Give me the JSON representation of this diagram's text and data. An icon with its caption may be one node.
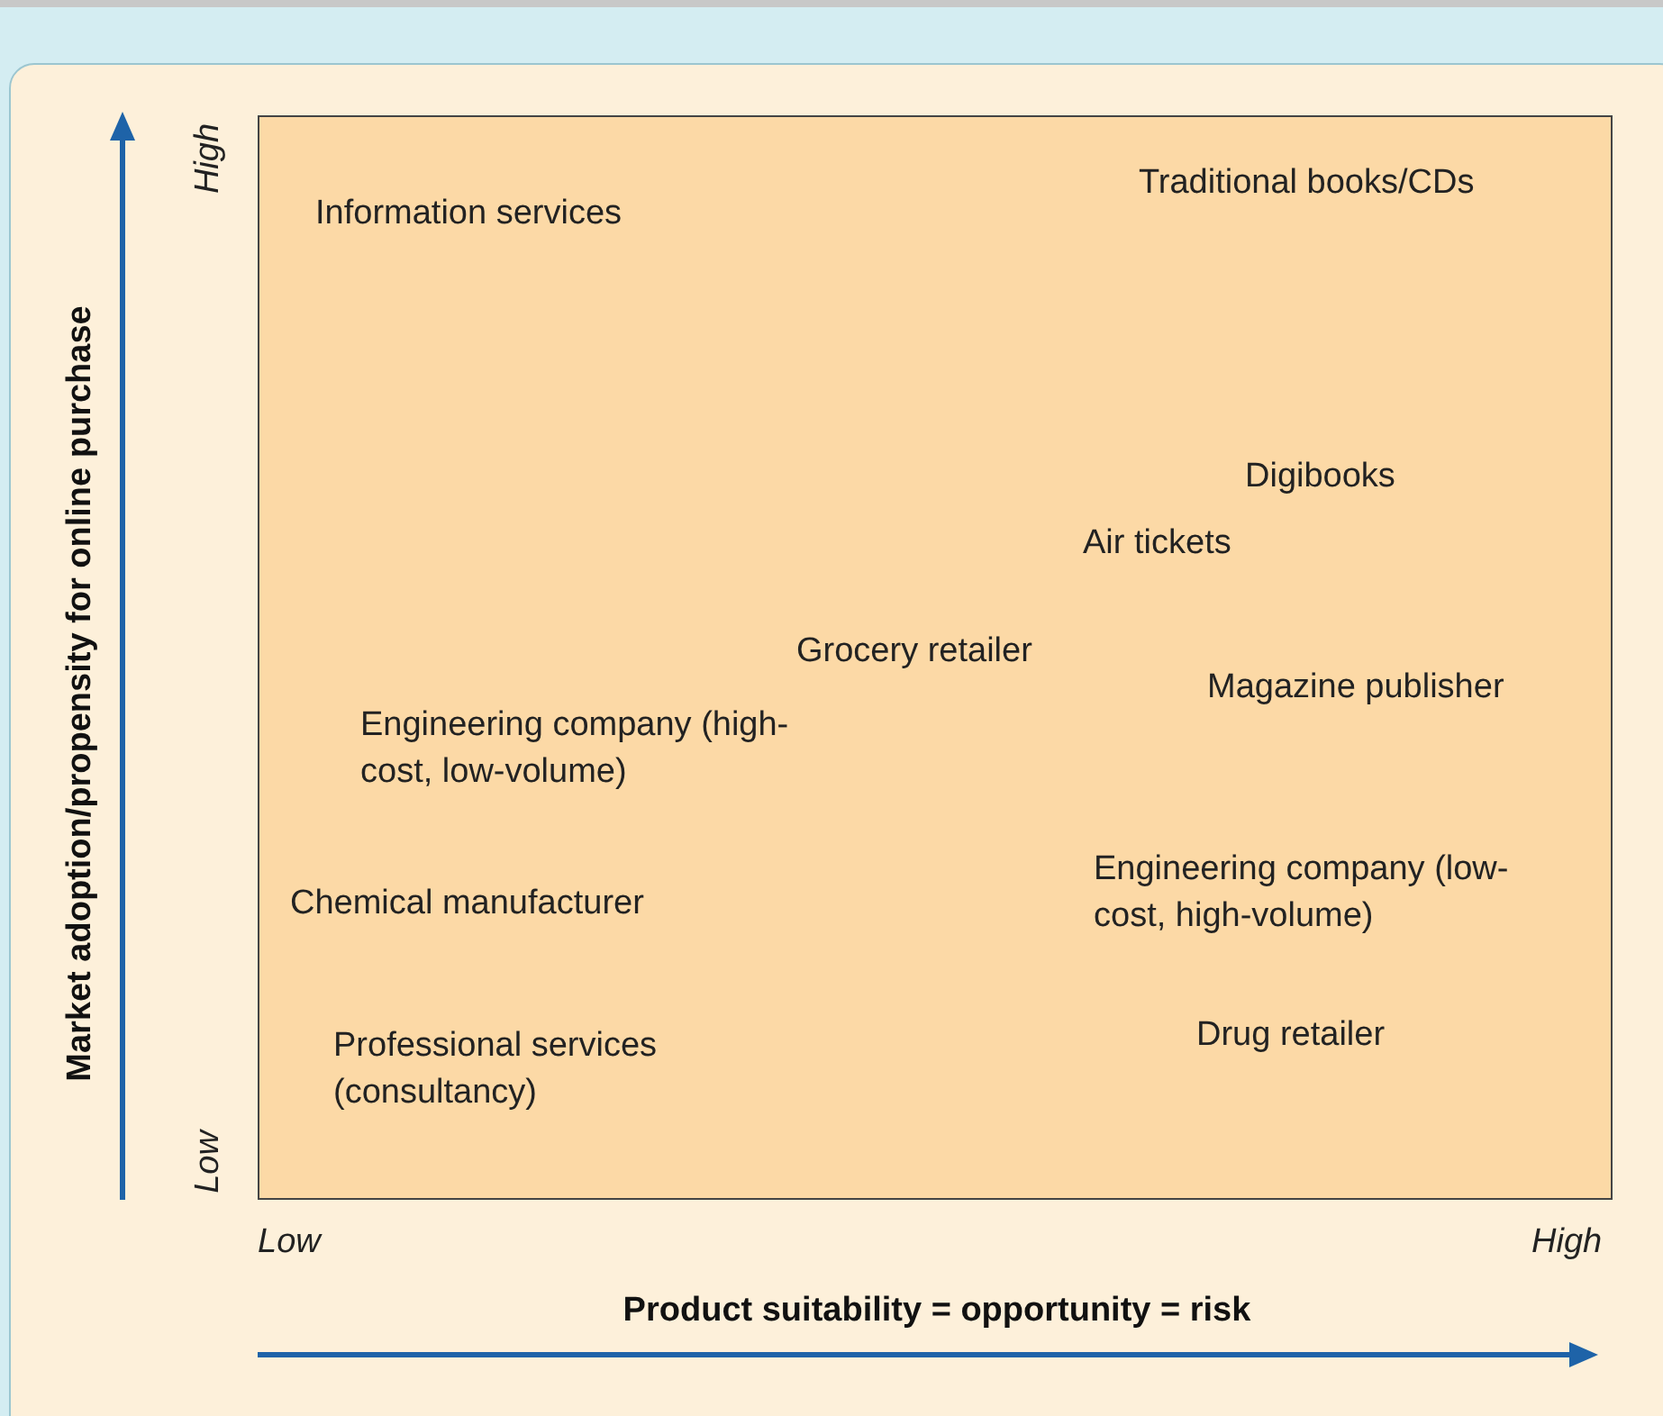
{
  "diagram": {
    "labels": [
      "High",
      "Low",
      "Market adoption/propensity for online purchase",
      "Information services",
      "Traditional books/CDs",
      "Digibooks",
      "Air tickets",
      "Grocery retailer",
      "Magazine publisher",
      "Engineering company (high-cost, low-volume)",
      "Chemical manufacturer",
      "Engineering company (low-cost, high-volume)",
      "Professional services (consultancy)",
      "Drug retailer",
      "Low",
      "High",
      "Product suitability = opportunity = risk"
    ]
  }
}
